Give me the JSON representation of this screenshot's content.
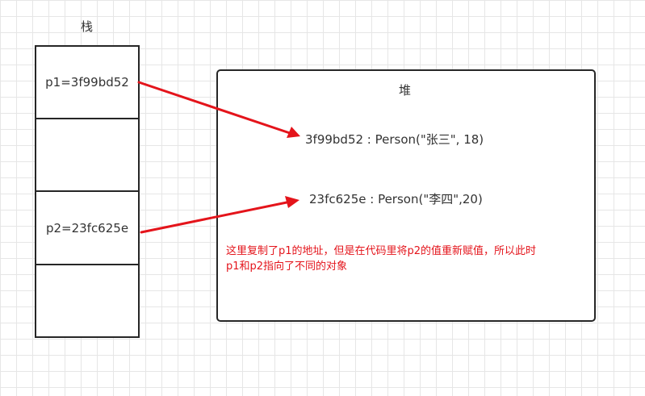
{
  "stack": {
    "title": "栈",
    "cells": [
      "p1=3f99bd52",
      "",
      "p2=23fc625e",
      ""
    ]
  },
  "heap": {
    "title": "堆",
    "objects": [
      "3f99bd52 : Person(\"张三\", 18)",
      "23fc625e : Person(\"李四\",20)"
    ],
    "note_lines": [
      "这里复制了p1的地址，但是在代码里将p2的值重新赋值，所以此时",
      "p1和p2指向了不同的对象"
    ]
  },
  "colors": {
    "arrow": "#e4141b",
    "note": "#e4141b",
    "border": "#262626",
    "grid": "#e6e6e6"
  }
}
